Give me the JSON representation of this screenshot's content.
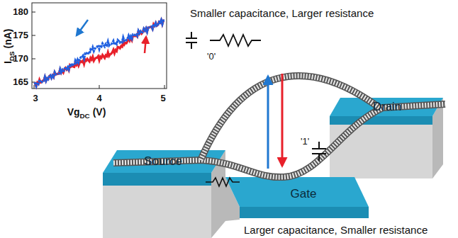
{
  "diagram": {
    "nodes": [
      {
        "text": [
          "Source"
        ]
      },
      {
        "text": [
          "Gate"
        ]
      },
      {
        "text": [
          "Drain"
        ]
      }
    ],
    "labels": [
      "180",
      "175",
      "170",
      "165",
      "3",
      "4",
      "5",
      "I",
      "DS",
      "(nA)",
      "Vg",
      "DC",
      "(V)",
      "Smaller capacitance, Larger resistance",
      "'0'",
      "'1'",
      "Larger capacitance, Smaller resistance"
    ]
  }
}
